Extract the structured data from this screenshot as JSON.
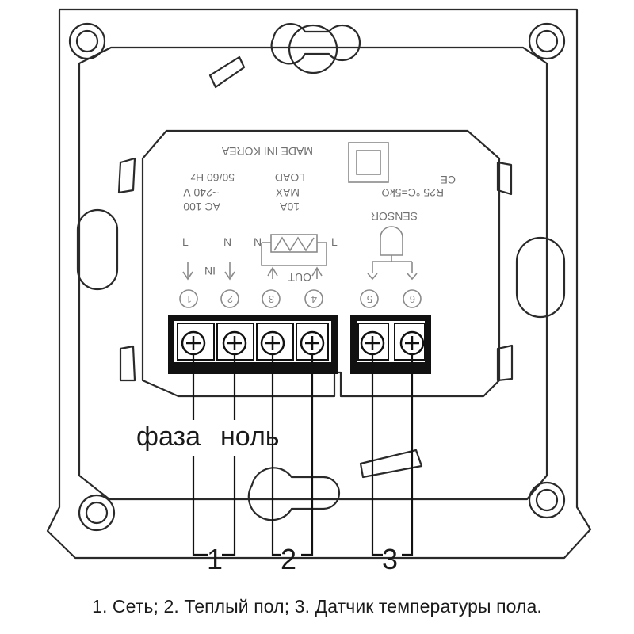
{
  "device_back": {
    "made_in": "MADE INI KOREA",
    "voltage_lines": [
      "AC 100",
      "~240 V",
      "50/60 Hz"
    ],
    "load_lines": [
      "10A",
      "MAX",
      "LOAD"
    ],
    "sensor_rating": "R25 °C=5kΩ",
    "sensor_label": "SENSOR",
    "in_label": "IN",
    "out_label": "OUT",
    "terminal_letters": [
      "L",
      "N",
      "N",
      "L"
    ],
    "terminal_numbers": [
      "1",
      "2",
      "3",
      "4",
      "5",
      "6"
    ],
    "ce_mark": "CE"
  },
  "labels": {
    "phase": "фаза",
    "neutral": "ноль",
    "group_1": "1",
    "group_2": "2",
    "group_3": "3"
  },
  "caption": "1. Сеть; 2. Теплый пол; 3. Датчик температуры пола."
}
